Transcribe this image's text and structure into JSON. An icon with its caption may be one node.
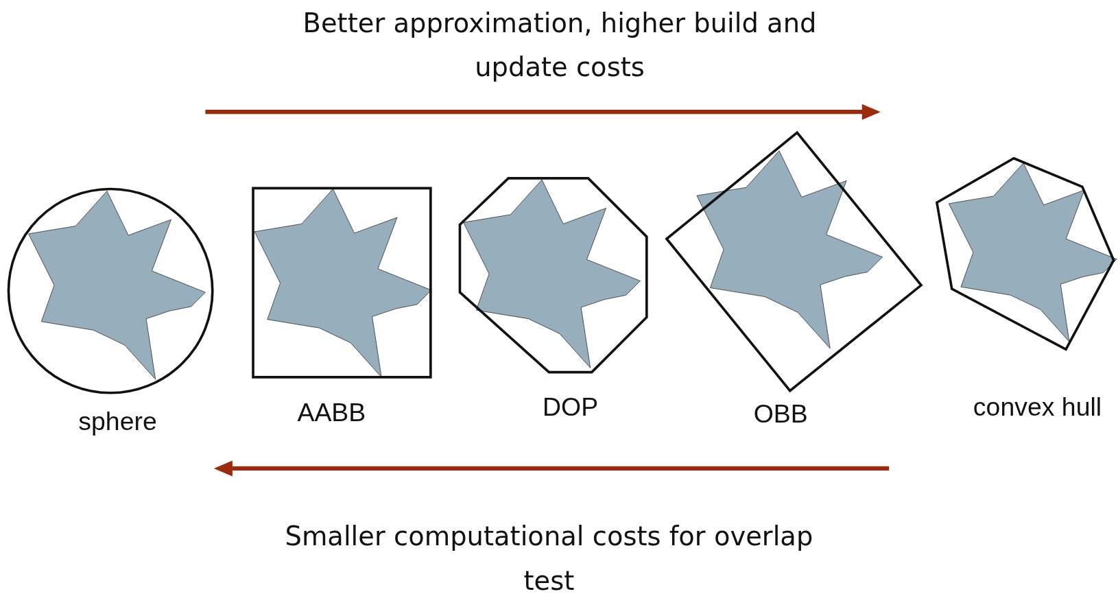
{
  "diagram": {
    "nodes": [
      {
        "text": [
          "sphere"
        ]
      },
      {
        "text": [
          "AABB"
        ]
      },
      {
        "text": [
          "DOP"
        ]
      },
      {
        "text": [
          "OBB"
        ]
      },
      {
        "text": [
          "convex hull"
        ]
      }
    ],
    "labels": [
      "Better approximation, higher build and update costs",
      "Smaller computational costs for overlap test"
    ]
  }
}
